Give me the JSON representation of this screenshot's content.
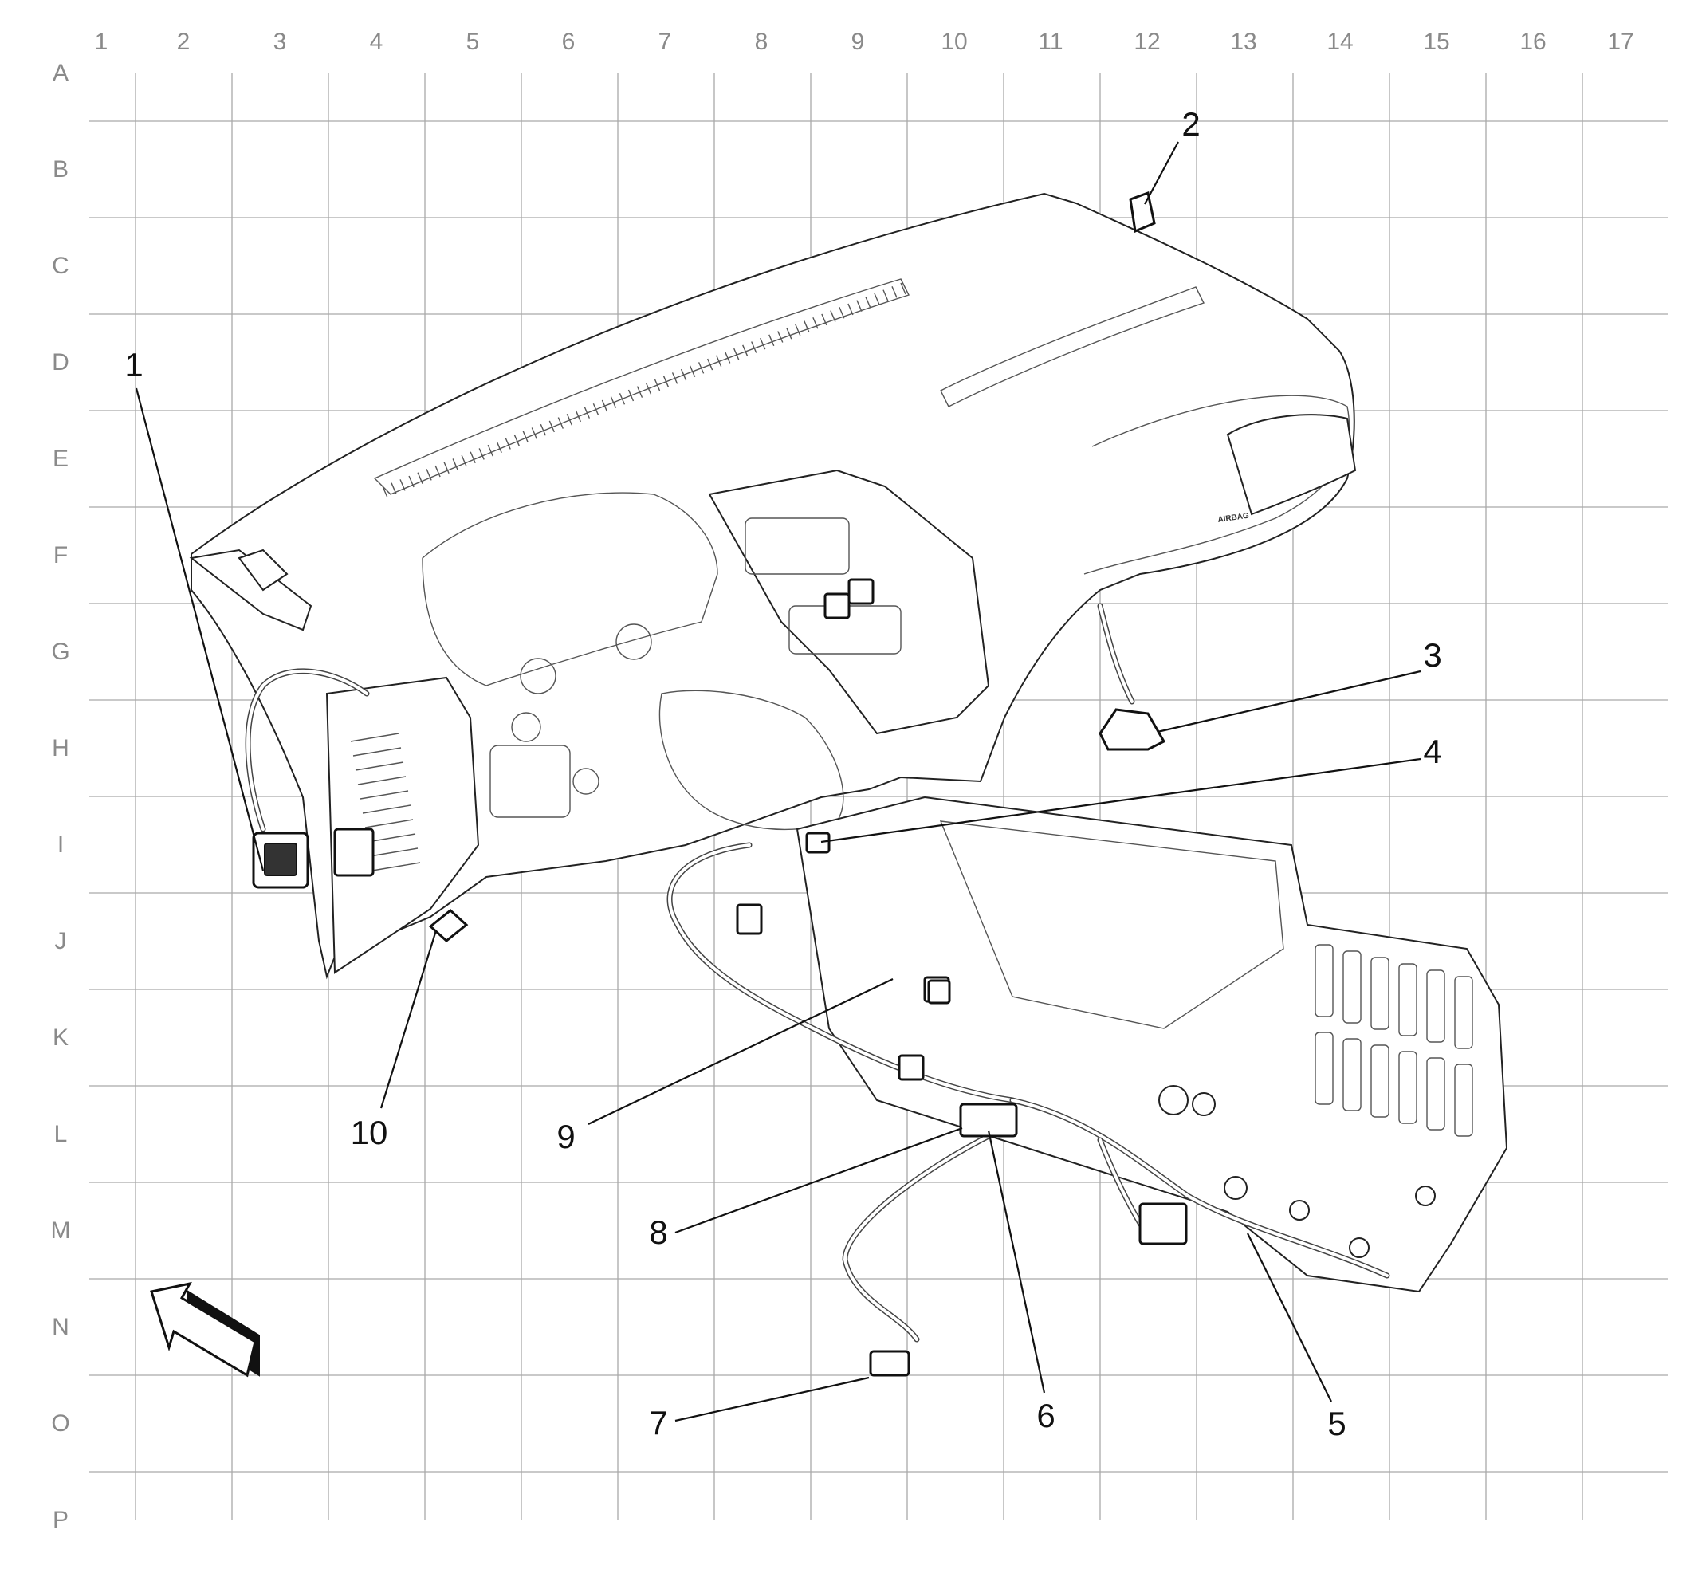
{
  "grid": {
    "columns": [
      "1",
      "2",
      "3",
      "4",
      "5",
      "6",
      "7",
      "8",
      "9",
      "10",
      "11",
      "12",
      "13",
      "14",
      "15",
      "16",
      "17"
    ],
    "rows": [
      "A",
      "B",
      "C",
      "D",
      "E",
      "F",
      "G",
      "H",
      "I",
      "J",
      "K",
      "L",
      "M",
      "N",
      "O",
      "P"
    ]
  },
  "panel_text": "AIRBAG",
  "callouts": [
    {
      "id": "1",
      "label": "1"
    },
    {
      "id": "2",
      "label": "2"
    },
    {
      "id": "3",
      "label": "3"
    },
    {
      "id": "4",
      "label": "4"
    },
    {
      "id": "5",
      "label": "5"
    },
    {
      "id": "6",
      "label": "6"
    },
    {
      "id": "7",
      "label": "7"
    },
    {
      "id": "8",
      "label": "8"
    },
    {
      "id": "9",
      "label": "9"
    },
    {
      "id": "10",
      "label": "10"
    }
  ],
  "orientation_arrow": "front-direction-arrow"
}
